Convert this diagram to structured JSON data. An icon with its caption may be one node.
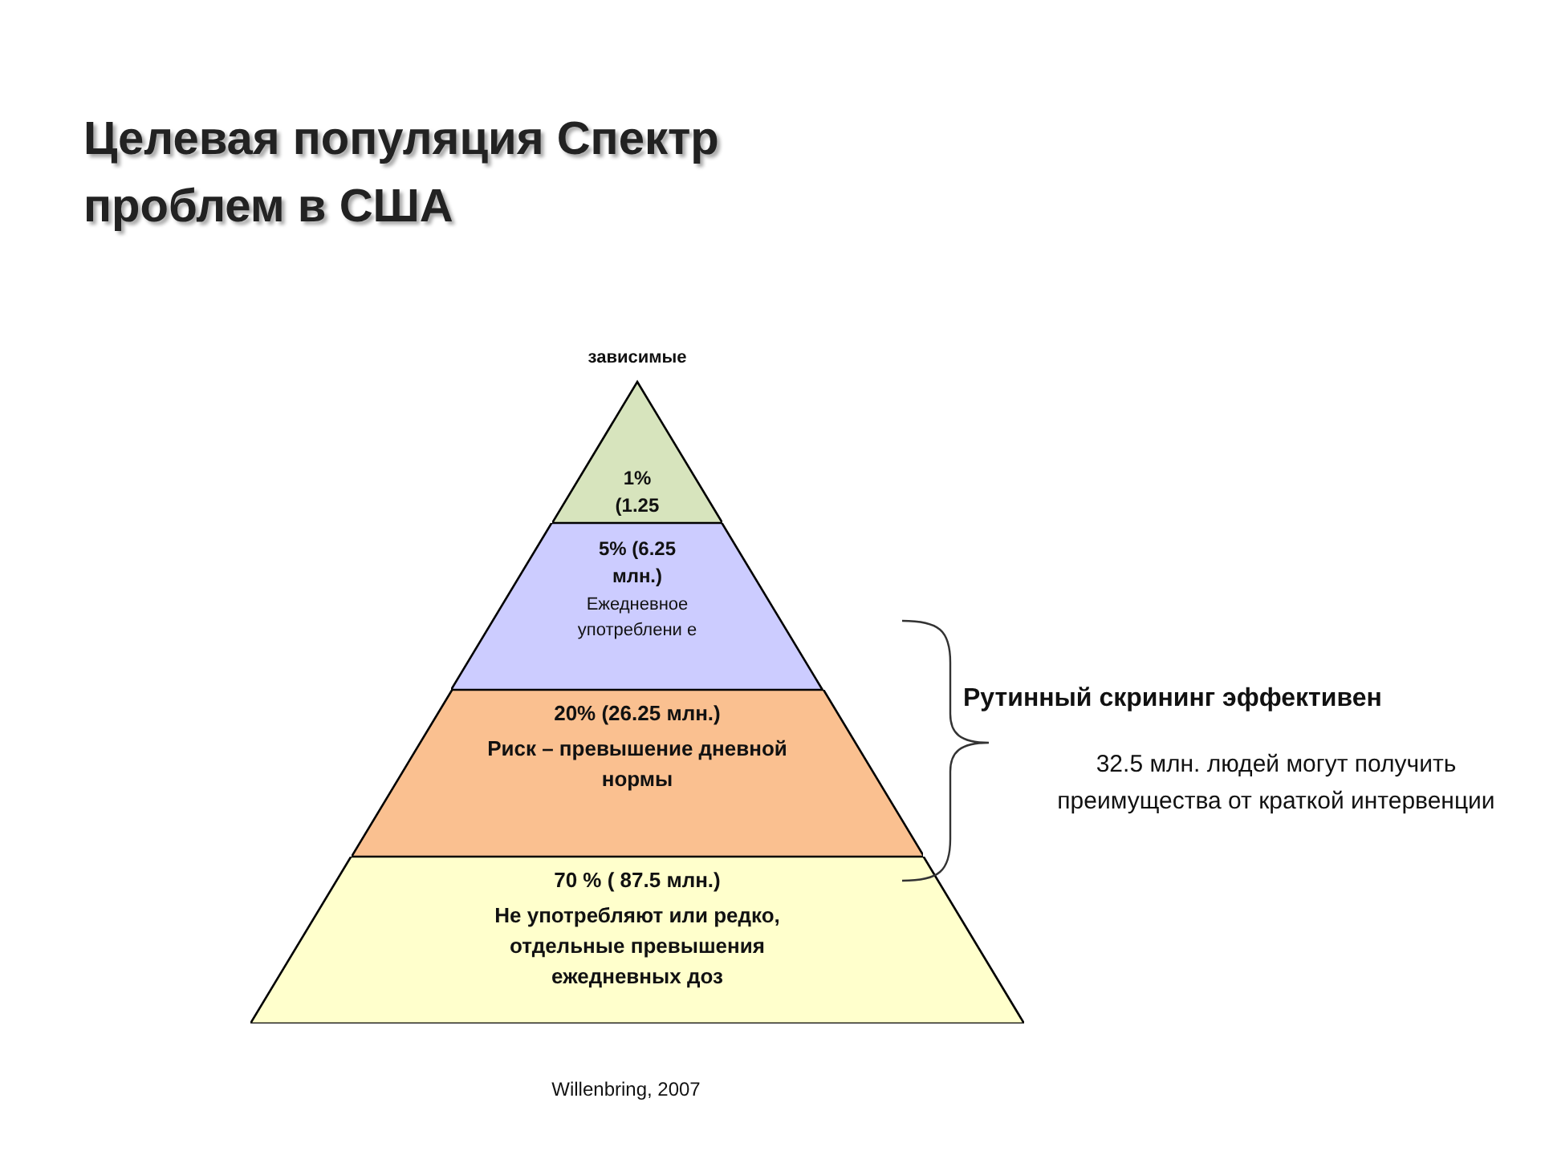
{
  "diagram": {
    "title": "Целевая популяция Спектр проблем в США",
    "nodes": [
      {
        "text": [
          "зависимые",
          "1% (1.25"
        ]
      },
      {
        "text": [
          "5% (6.25 млн.)",
          "Ежедневное употреблени е"
        ]
      },
      {
        "text": [
          "20% (26.25 млн.)",
          "Риск – превышение дневной нормы"
        ]
      },
      {
        "text": [
          "70 % ( 87.5 млн.)",
          "Не употребляют или редко, отдельные превышения ежедневных доз"
        ]
      }
    ],
    "edges": [],
    "labels": [
      "Рутинный скрининг эффективен",
      "32.5 млн. людей могут получить преимущества от краткой интервенции",
      "Willenbring, 2007"
    ]
  }
}
